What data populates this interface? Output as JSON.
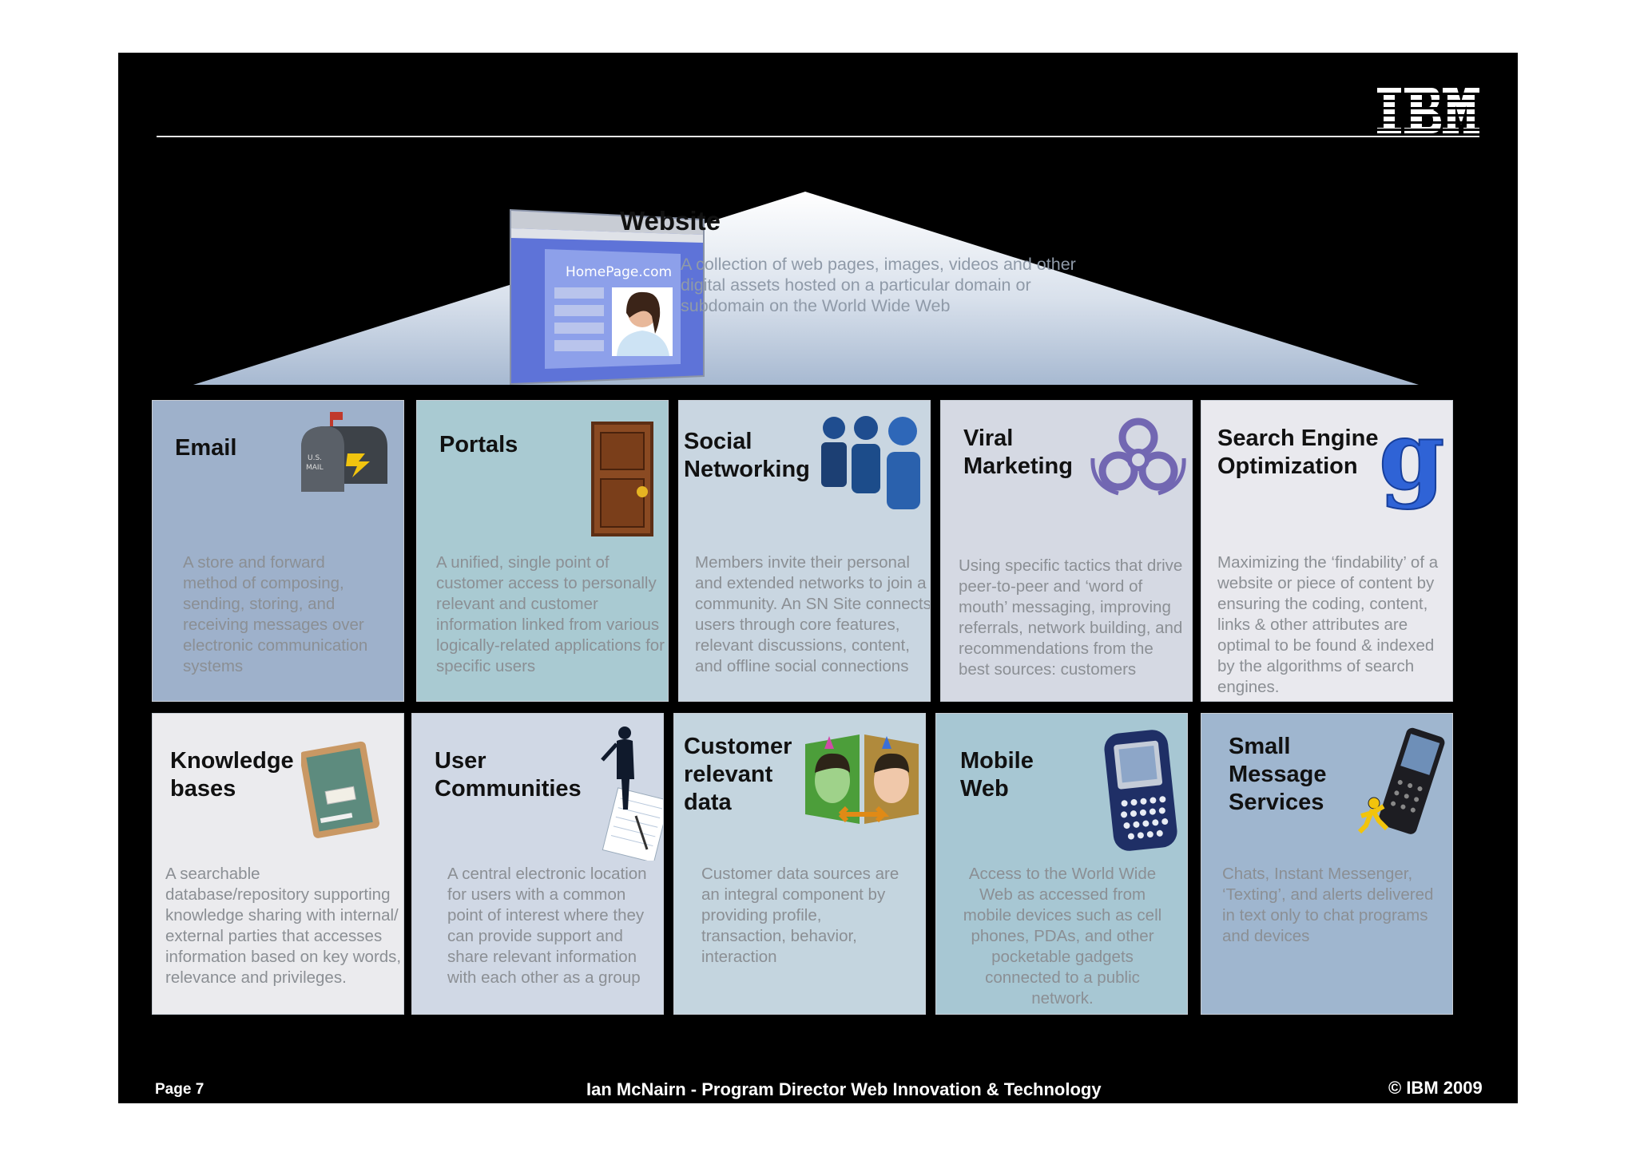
{
  "brand": {
    "logo_text": "IBM"
  },
  "website": {
    "title": "Website",
    "description": "A collection of web pages, images, videos and other digital assets hosted on a particular domain or subdomain on the World Wide Web",
    "browser_brand": "HomePage.com"
  },
  "cards": [
    {
      "id": "email",
      "title": "Email",
      "icon": "mailbox-icon",
      "description": "A store and forward method of composing, sending, storing, and receiving messages over electronic communication systems"
    },
    {
      "id": "portals",
      "title": "Portals",
      "icon": "door-icon",
      "description": "A unified, single point of customer access to personally relevant and customer information linked from various logically-related applications for specific users"
    },
    {
      "id": "social",
      "title": "Social\nNetworking",
      "icon": "people-group-icon",
      "description": "Members invite their personal and extended networks to join a community. An SN Site connects users through core features, relevant discussions, content, and offline social connections"
    },
    {
      "id": "viral",
      "title": "Viral\nMarketing",
      "icon": "biohazard-icon",
      "description": "Using specific tactics that drive peer-to-peer and ‘word of mouth’ messaging, improving referrals, network building, and recommendations from the best sources: customers"
    },
    {
      "id": "seo",
      "title": "Search Engine\nOptimization",
      "icon": "google-g-icon",
      "description": "Maximizing the ‘findability’ of a website or piece of content by ensuring the coding, content, links & other attributes are optimal to be found & indexed by the algorithms of search engines."
    },
    {
      "id": "kb",
      "title": "Knowledge\nbases",
      "icon": "chalkboard-icon",
      "description": "A searchable database/repository supporting knowledge sharing with internal/ external parties that accesses information based on key words, relevance and privileges."
    },
    {
      "id": "communities",
      "title": "User\nCommunities",
      "icon": "presenter-icon",
      "description": "A central electronic location for users with a common point of interest where they can provide support and share relevant information with each other as a group"
    },
    {
      "id": "customer",
      "title": "Customer\nrelevant\ndata",
      "icon": "faces-exchange-icon",
      "description": "Customer data sources are an integral component by providing profile, transaction, behavior, interaction"
    },
    {
      "id": "mobile",
      "title": "Mobile\nWeb",
      "icon": "smartphone-icon",
      "description": "Access to the World Wide Web as accessed from mobile devices such as cell phones, PDAs, and other pocketable gadgets connected to a public network."
    },
    {
      "id": "sms",
      "title": "Small\nMessage\nServices",
      "icon": "messenger-phone-icon",
      "description": "Chats, Instant Messenger, ‘Texting’, and alerts delivered in text only to chat programs and devices"
    }
  ],
  "footer": {
    "page": "Page 7",
    "presenter": "Ian McNairn - Program Director Web Innovation & Technology",
    "copyright": "© IBM 2009"
  }
}
